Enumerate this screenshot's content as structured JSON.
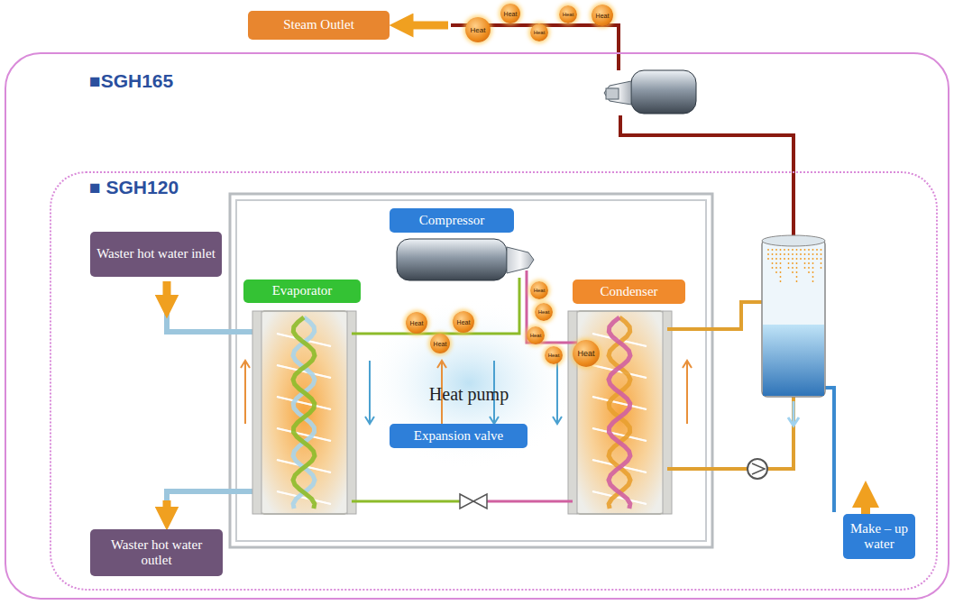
{
  "diagram": {
    "nodes": [
      {
        "text": [
          "Steam Outlet"
        ]
      },
      {
        "text": [
          "■SGH165"
        ]
      },
      {
        "text": [
          "■ SGH120"
        ],
        "in": 1
      },
      {
        "text": [
          "Waster hot water inlet"
        ],
        "in": 2
      },
      {
        "text": [
          "Compressor"
        ],
        "in": 2
      },
      {
        "text": [
          "Evaporator"
        ],
        "in": 2
      },
      {
        "text": [
          "Condenser"
        ],
        "in": 2
      },
      {
        "text": [
          "Expansion valve"
        ],
        "in": 2
      },
      {
        "text": [
          "Waster hot water outlet"
        ],
        "in": 2
      },
      {
        "text": [
          "Make – up water"
        ],
        "in": 1
      }
    ],
    "labels": [
      "Heat",
      "Heat",
      "Heat",
      "Heat",
      "Heat",
      "Heat",
      "Heat",
      "Heat",
      "Heat",
      "Heat",
      "Heat",
      "Heat",
      "Heat",
      "Heat pump"
    ]
  }
}
